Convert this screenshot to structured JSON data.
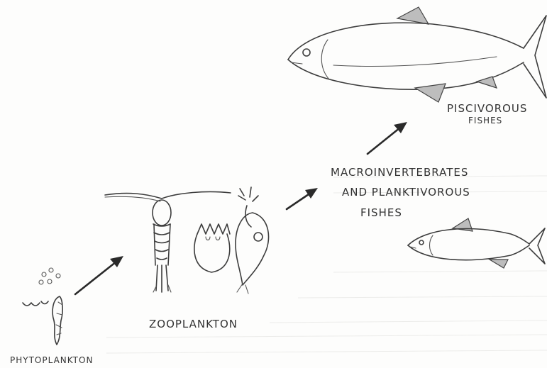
{
  "labels": {
    "phytoplankton": "PHYTOPLANKTON",
    "zooplankton": "ZOOPLANKTON",
    "macro_line1": "MACROINVERTEBRATES",
    "macro_line2": "AND PLANKTIVOROUS",
    "macro_line3": "FISHES",
    "pisc_line1": "PISCIVOROUS",
    "pisc_line2": "FISHES"
  }
}
